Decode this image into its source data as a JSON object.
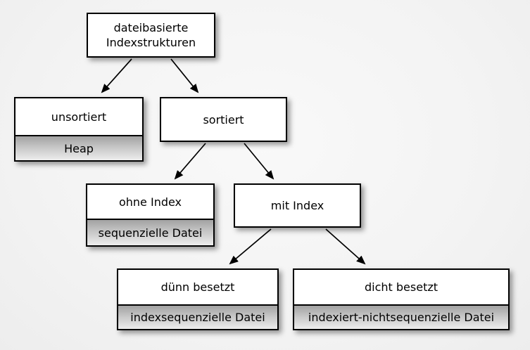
{
  "diagram": {
    "type": "tree",
    "language": "de",
    "topic": "dateibasierte Indexstrukturen",
    "colors": {
      "background": "#f3f3f3",
      "box_fill": "#ffffff",
      "box_border": "#000000",
      "sub_gradient_top": "#a2a2a2",
      "sub_gradient_bottom": "#ededed",
      "arrow": "#000000",
      "text": "#000000"
    }
  },
  "nodes": {
    "root": {
      "label": "dateibasierte Indexstrukturen"
    },
    "unsortiert": {
      "label": "unsortiert",
      "sub": "Heap"
    },
    "sortiert": {
      "label": "sortiert"
    },
    "ohne_index": {
      "label": "ohne Index",
      "sub": "sequenzielle Datei"
    },
    "mit_index": {
      "label": "mit Index"
    },
    "duenn": {
      "label": "dünn besetzt",
      "sub": "indexsequenzielle Datei"
    },
    "dicht": {
      "label": "dicht besetzt",
      "sub": "indexiert-nichtsequenzielle Datei"
    }
  },
  "edges": [
    {
      "from": "root",
      "to": "unsortiert"
    },
    {
      "from": "root",
      "to": "sortiert"
    },
    {
      "from": "sortiert",
      "to": "ohne_index"
    },
    {
      "from": "sortiert",
      "to": "mit_index"
    },
    {
      "from": "mit_index",
      "to": "duenn"
    },
    {
      "from": "mit_index",
      "to": "dicht"
    }
  ]
}
